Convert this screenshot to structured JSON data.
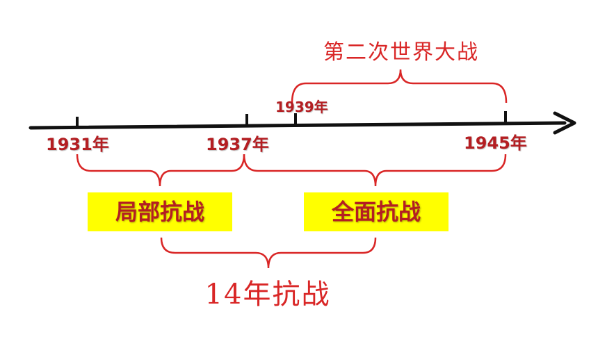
{
  "timeline": {
    "years": {
      "y1931": "1931年",
      "y1937": "1937年",
      "y1939": "1939年",
      "y1945": "1945年"
    }
  },
  "labels": {
    "ww2": "第二次世界大战",
    "local_war": "局部抗战",
    "full_war": "全面抗战",
    "total_war": "14年抗战"
  },
  "colors": {
    "axis": "#111111",
    "brace": "#d92626",
    "year_text": "#b41e22",
    "highlight": "#ffff00"
  }
}
